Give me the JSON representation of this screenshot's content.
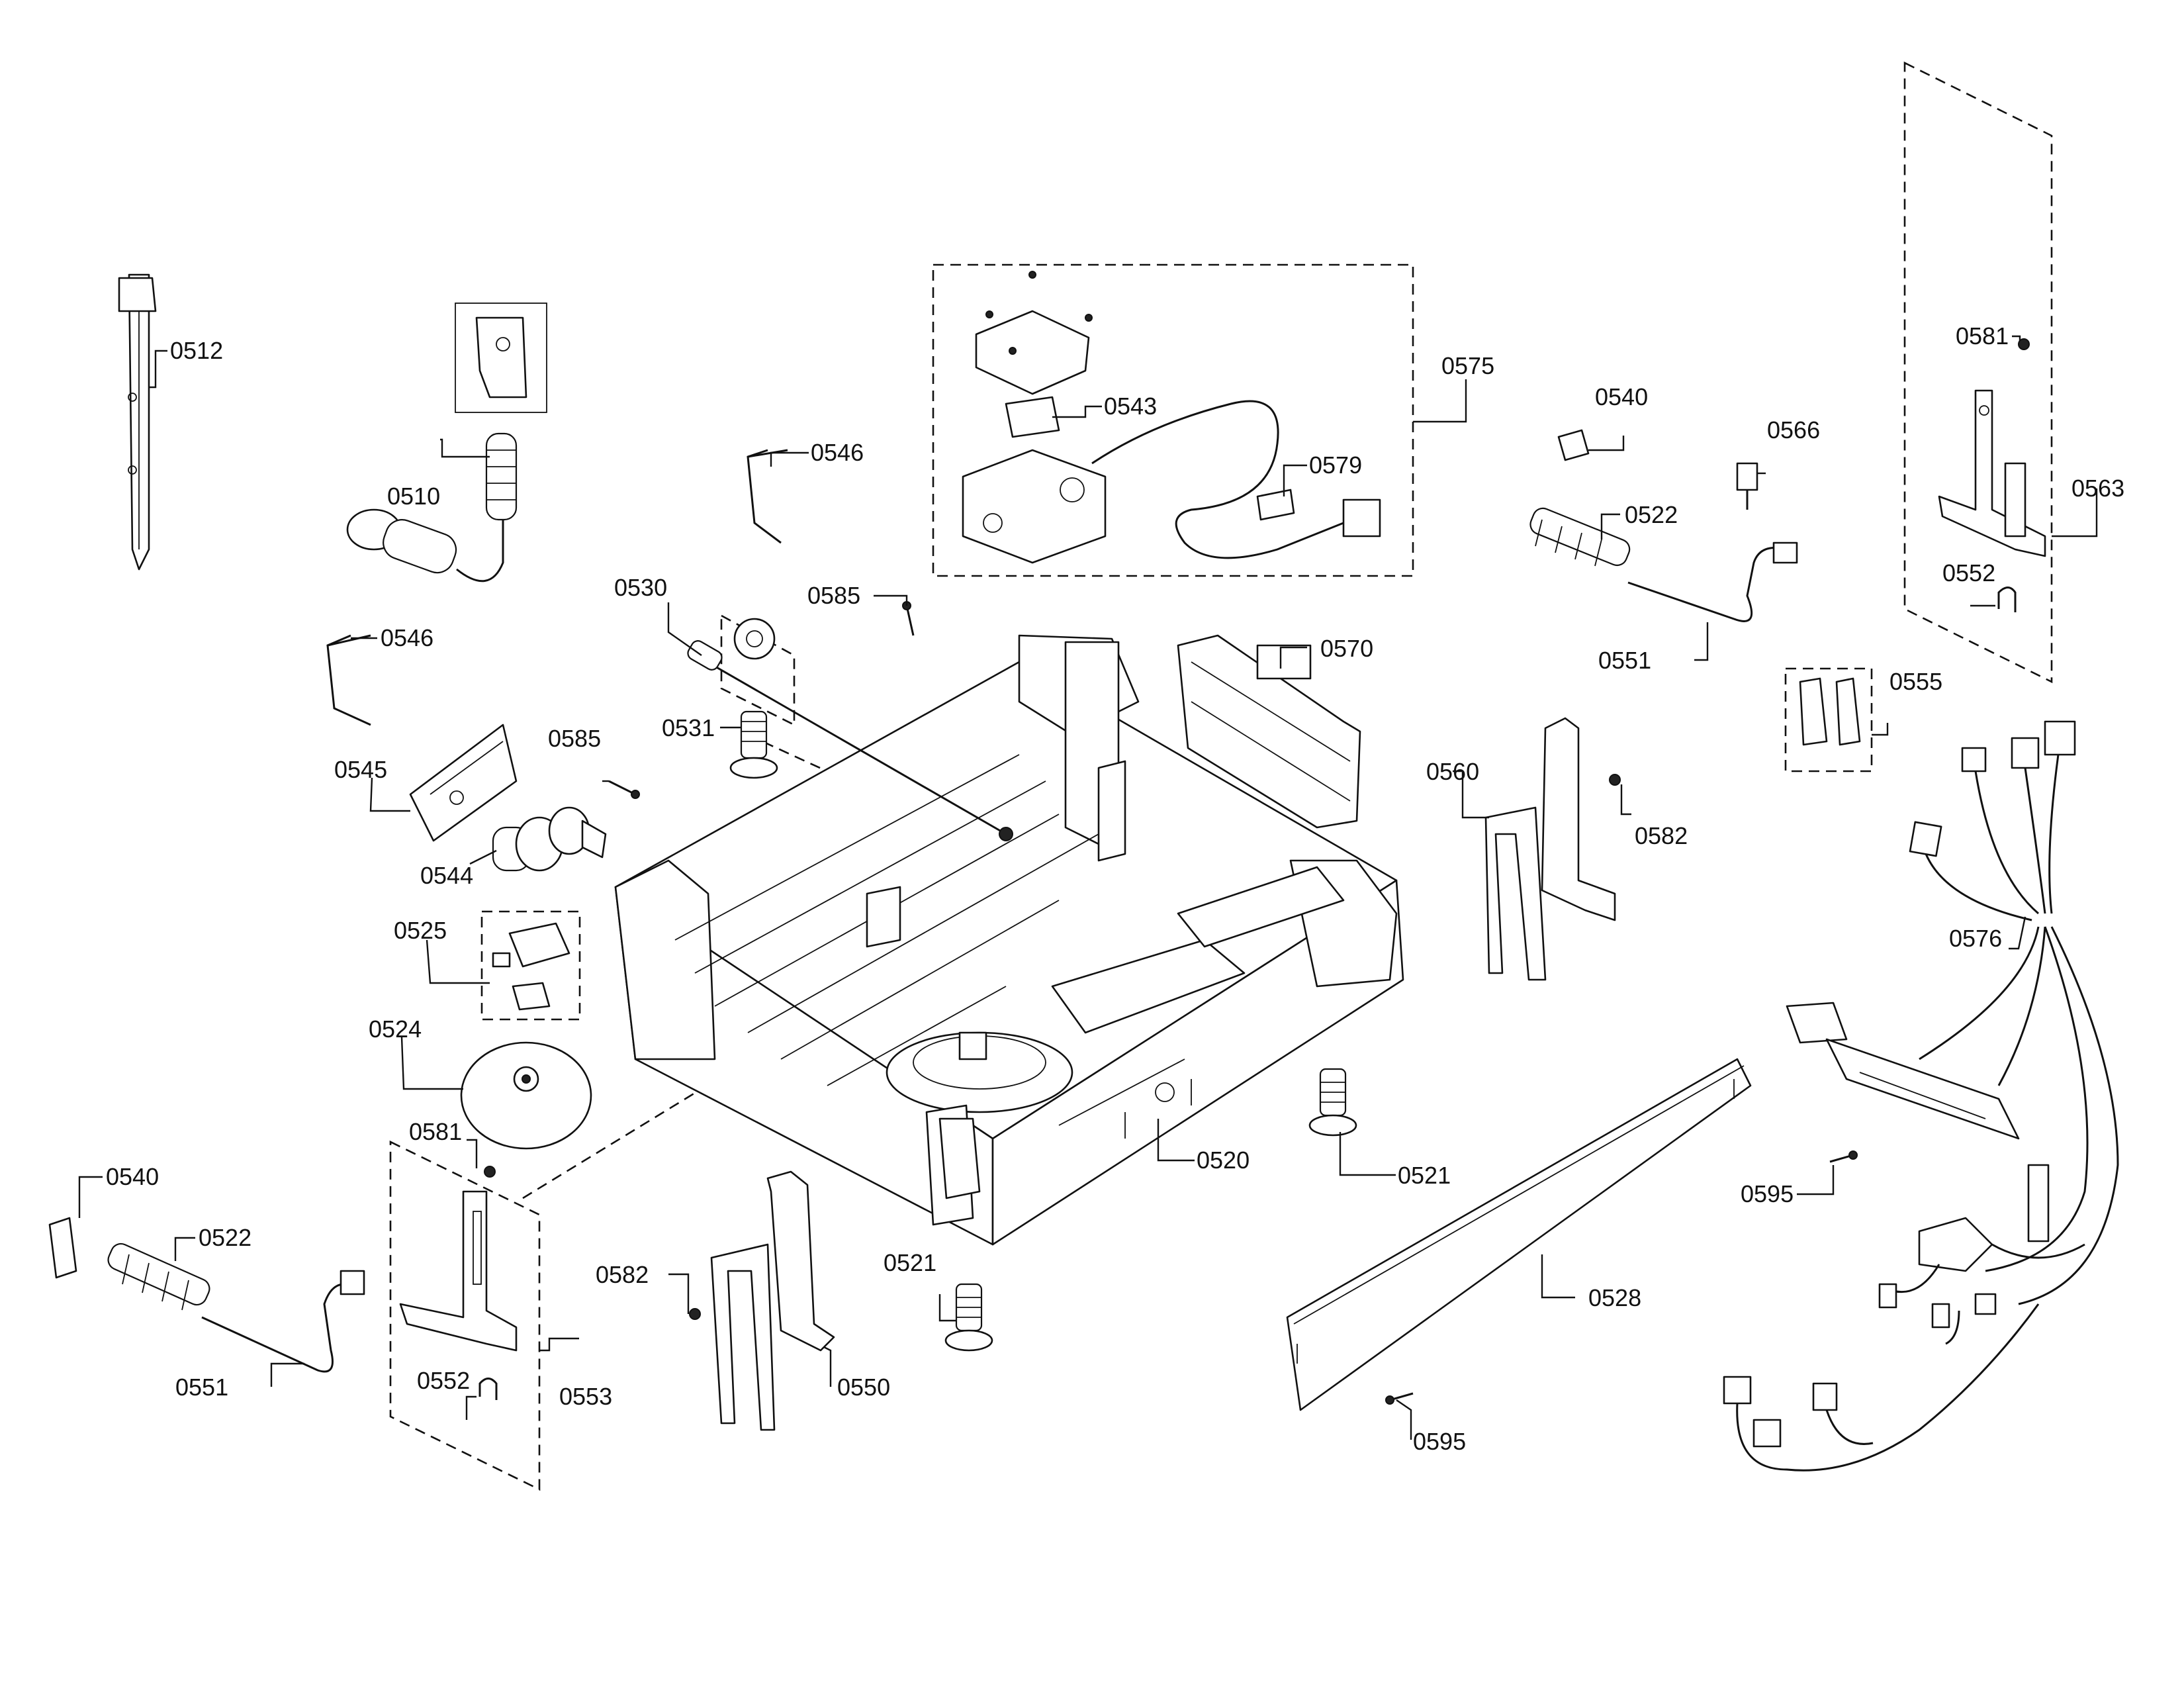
{
  "parts": [
    {
      "id": "p0512",
      "number": "0512"
    },
    {
      "id": "p0510",
      "number": "0510"
    },
    {
      "id": "p0546a",
      "number": "0546"
    },
    {
      "id": "p0546b",
      "number": "0546"
    },
    {
      "id": "p0545",
      "number": "0545"
    },
    {
      "id": "p0585a",
      "number": "0585"
    },
    {
      "id": "p0544",
      "number": "0544"
    },
    {
      "id": "p0525",
      "number": "0525"
    },
    {
      "id": "p0524",
      "number": "0524"
    },
    {
      "id": "p0530",
      "number": "0530"
    },
    {
      "id": "p0531",
      "number": "0531"
    },
    {
      "id": "p0585b",
      "number": "0585"
    },
    {
      "id": "p0543",
      "number": "0543"
    },
    {
      "id": "p0575",
      "number": "0575"
    },
    {
      "id": "p0579",
      "number": "0579"
    },
    {
      "id": "p0570",
      "number": "0570"
    },
    {
      "id": "p0540a",
      "number": "0540"
    },
    {
      "id": "p0522a",
      "number": "0522"
    },
    {
      "id": "p0551a",
      "number": "0551"
    },
    {
      "id": "p0566",
      "number": "0566"
    },
    {
      "id": "p0581a",
      "number": "0581"
    },
    {
      "id": "p0563",
      "number": "0563"
    },
    {
      "id": "p0552a",
      "number": "0552"
    },
    {
      "id": "p0555",
      "number": "0555"
    },
    {
      "id": "p0560",
      "number": "0560"
    },
    {
      "id": "p0582a",
      "number": "0582"
    },
    {
      "id": "p0576",
      "number": "0576"
    },
    {
      "id": "p0520",
      "number": "0520"
    },
    {
      "id": "p0521a",
      "number": "0521"
    },
    {
      "id": "p0521b",
      "number": "0521"
    },
    {
      "id": "p0595a",
      "number": "0595"
    },
    {
      "id": "p0595b",
      "number": "0595"
    },
    {
      "id": "p0528",
      "number": "0528"
    },
    {
      "id": "p0540b",
      "number": "0540"
    },
    {
      "id": "p0522b",
      "number": "0522"
    },
    {
      "id": "p0551b",
      "number": "0551"
    },
    {
      "id": "p0581b",
      "number": "0581"
    },
    {
      "id": "p0553",
      "number": "0553"
    },
    {
      "id": "p0552b",
      "number": "0552"
    },
    {
      "id": "p0582b",
      "number": "0582"
    },
    {
      "id": "p0550",
      "number": "0550"
    }
  ]
}
